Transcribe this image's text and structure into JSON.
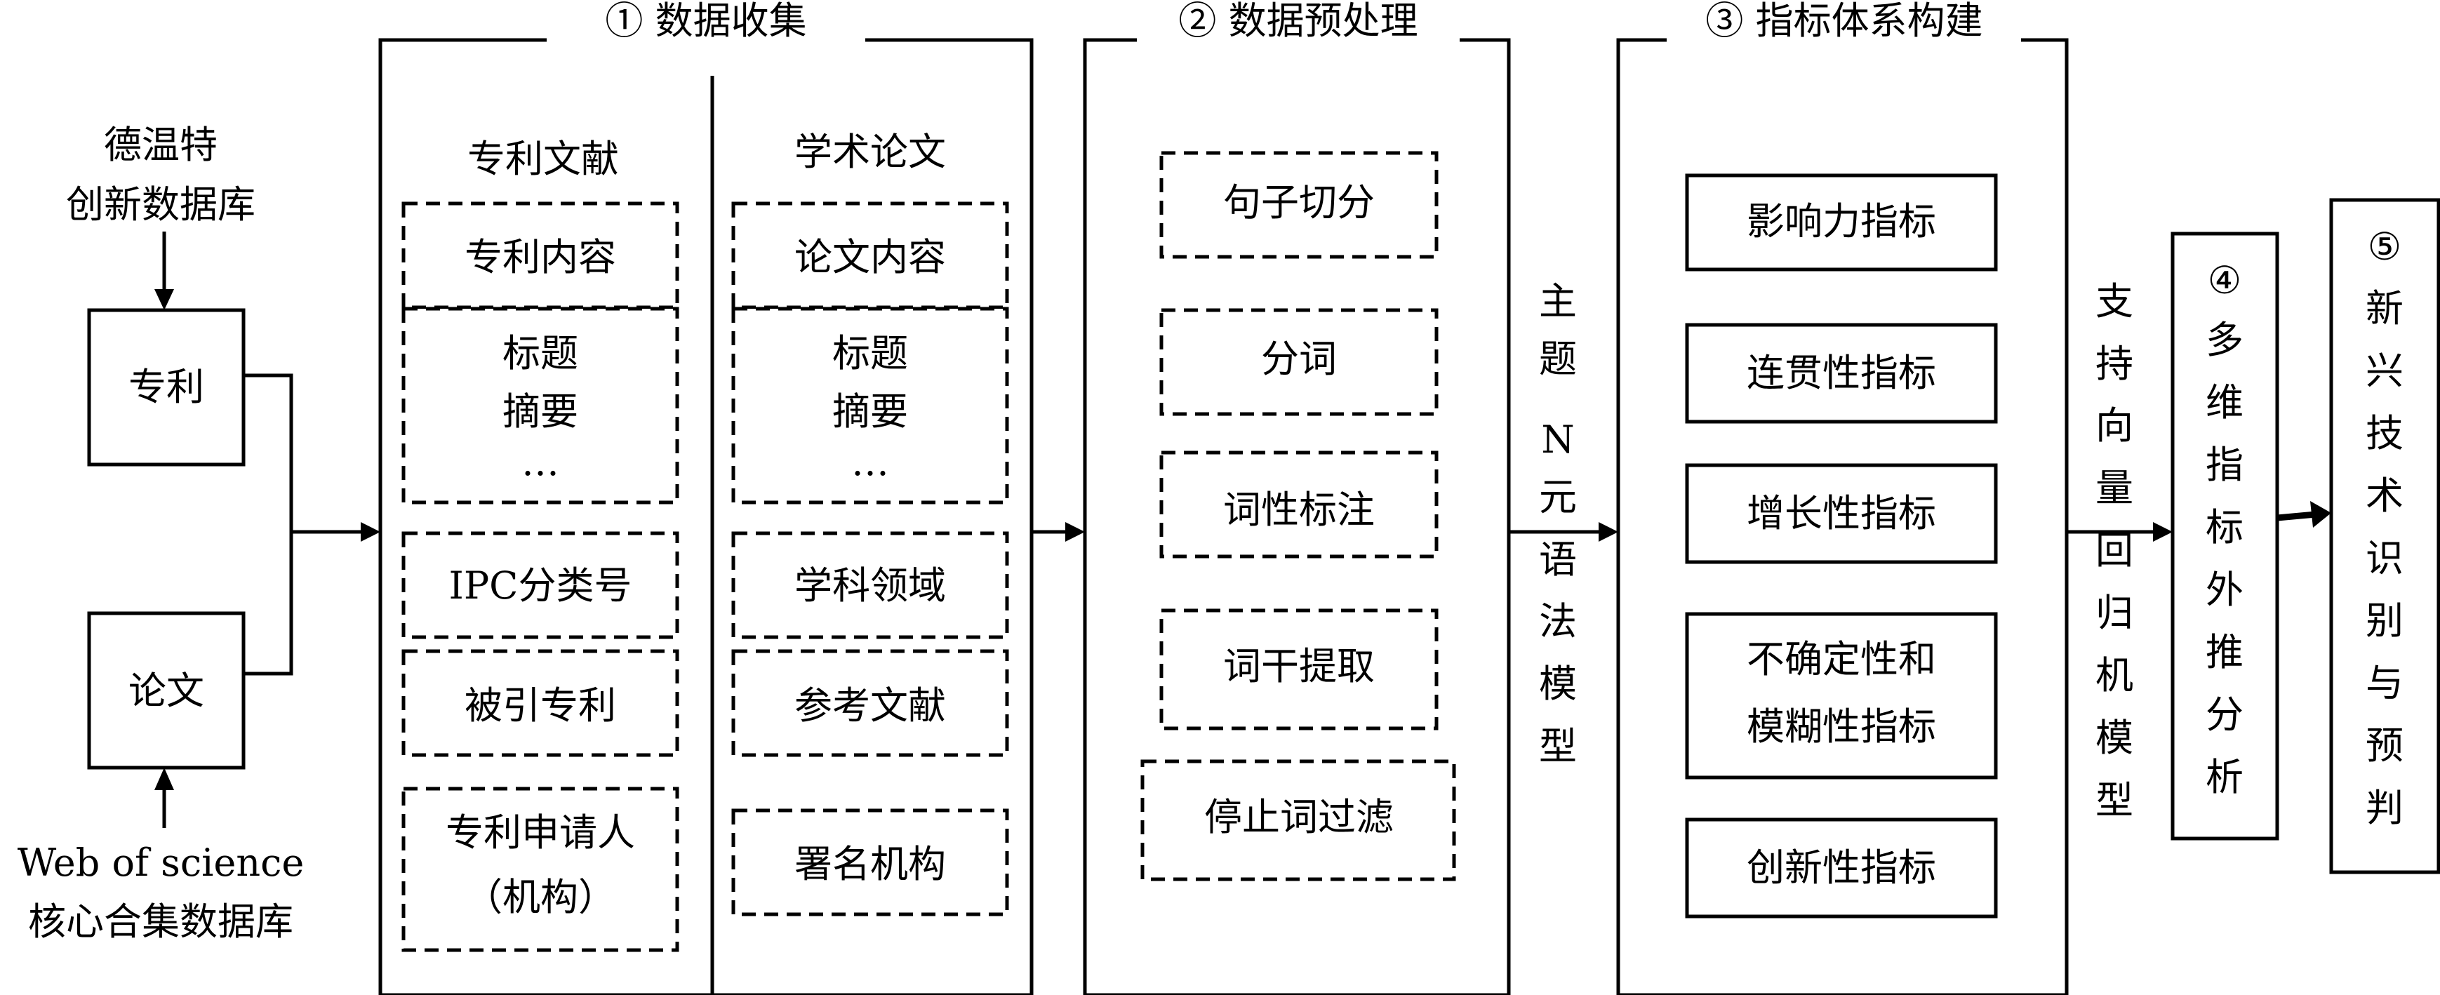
{
  "sources": {
    "dwpi": [
      "德温特",
      "创新数据库"
    ],
    "patent": "专利",
    "paper": "论文",
    "wos": [
      "Web of science",
      "核心合集数据库"
    ]
  },
  "stage1": {
    "title": "① 数据收集",
    "patents": {
      "header": "专利文献",
      "items": [
        [
          "专利内容"
        ],
        [
          "标题",
          "摘要",
          "…"
        ],
        [
          "IPC分类号"
        ],
        [
          "被引专利"
        ],
        [
          "专利申请人",
          "（机构）"
        ]
      ]
    },
    "papers": {
      "header": "学术论文",
      "items": [
        [
          "论文内容"
        ],
        [
          "标题",
          "摘要",
          "…"
        ],
        [
          "学科领域"
        ],
        [
          "参考文献"
        ],
        [
          "署名机构"
        ]
      ]
    }
  },
  "stage2": {
    "title": "② 数据预处理",
    "items": [
      "句子切分",
      "分词",
      "词性标注",
      "词干提取",
      "停止词过滤"
    ]
  },
  "model1": [
    "主",
    "题",
    "N",
    "元",
    "语",
    "法",
    "模",
    "型"
  ],
  "stage3": {
    "title": "③ 指标体系构建",
    "items": [
      [
        "影响力指标"
      ],
      [
        "连贯性指标"
      ],
      [
        "增长性指标"
      ],
      [
        "不确定性和",
        "模糊性指标"
      ],
      [
        "创新性指标"
      ]
    ]
  },
  "model2": [
    "支",
    "持",
    "向",
    "量",
    "回",
    "归",
    "机",
    "模",
    "型"
  ],
  "stage4": [
    "④",
    "多",
    "维",
    "指",
    "标",
    "外",
    "推",
    "分",
    "析"
  ],
  "stage5": [
    "⑤",
    "新",
    "兴",
    "技",
    "术",
    "识",
    "别",
    "与",
    "预",
    "判"
  ]
}
